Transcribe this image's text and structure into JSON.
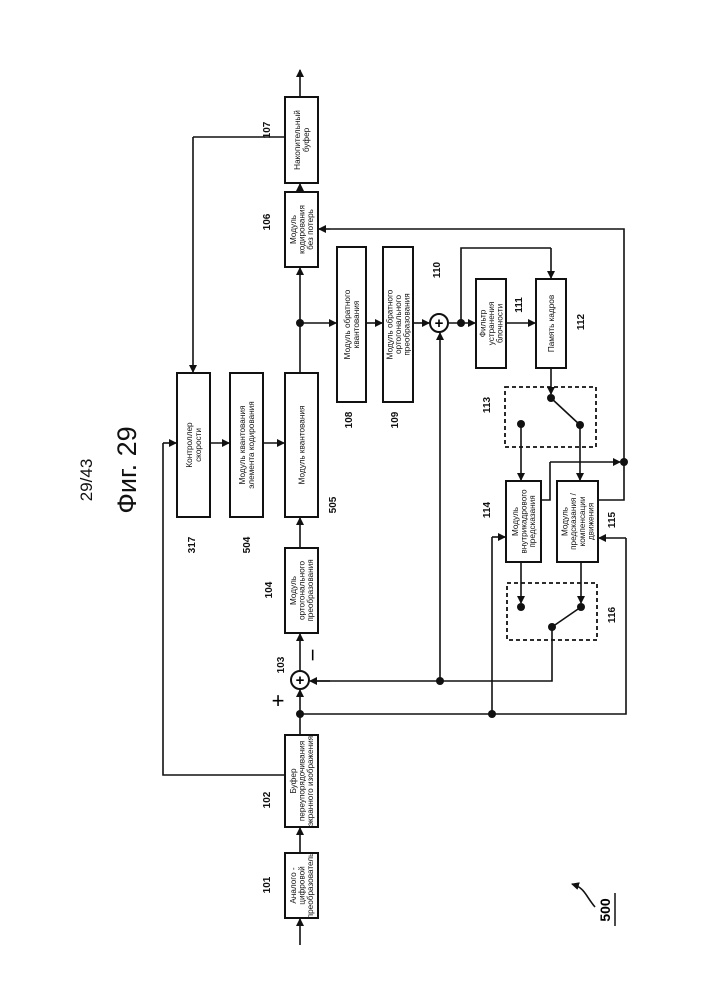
{
  "header": {
    "page": "29/43",
    "figure": "Фиг. 29"
  },
  "diagram_ref": "500",
  "signs": {
    "plus": "+",
    "minus": "−",
    "adder": "+"
  },
  "blocks": [
    {
      "id": "101",
      "number": "101",
      "lines": [
        "Аналого -",
        "цифровой",
        "преобразователь"
      ]
    },
    {
      "id": "102",
      "number": "102",
      "lines": [
        "Буфер",
        "переупорядочивания",
        "экранного изображения"
      ]
    },
    {
      "id": "104",
      "number": "104",
      "lines": [
        "Модуль",
        "ортогонального",
        "преобразования"
      ]
    },
    {
      "id": "317",
      "number": "317",
      "lines": [
        "Контроллер",
        "скорости"
      ]
    },
    {
      "id": "504",
      "number": "504",
      "lines": [
        "Модуль квантования",
        "элемента кодирования"
      ]
    },
    {
      "id": "505",
      "number": "505",
      "lines": [
        "Модуль квантования"
      ]
    },
    {
      "id": "106",
      "number": "106",
      "lines": [
        "Модуль",
        "кодирования",
        "без потерь"
      ]
    },
    {
      "id": "107",
      "number": "107",
      "lines": [
        "Накопительный",
        "буфер"
      ]
    },
    {
      "id": "108",
      "number": "108",
      "lines": [
        "Модуль обратного",
        "квантования"
      ]
    },
    {
      "id": "109",
      "number": "109",
      "lines": [
        "Модуль обратного",
        "ортогонального",
        "преобразования"
      ]
    },
    {
      "id": "111",
      "number": "111",
      "lines": [
        "Фильтр",
        "устранения",
        "блочности"
      ]
    },
    {
      "id": "112",
      "number": "112",
      "lines": [
        "Память кадров"
      ]
    },
    {
      "id": "114",
      "number": "114",
      "lines": [
        "Модуль",
        "внутрикадрового",
        "предсказания"
      ]
    },
    {
      "id": "115",
      "number": "115",
      "lines": [
        "Модуль",
        "предсказания /",
        "компенсации",
        "движения"
      ]
    }
  ],
  "other_labels": [
    {
      "id": "103",
      "number": "103"
    },
    {
      "id": "110",
      "number": "110"
    },
    {
      "id": "113",
      "number": "113"
    },
    {
      "id": "116",
      "number": "116"
    }
  ]
}
